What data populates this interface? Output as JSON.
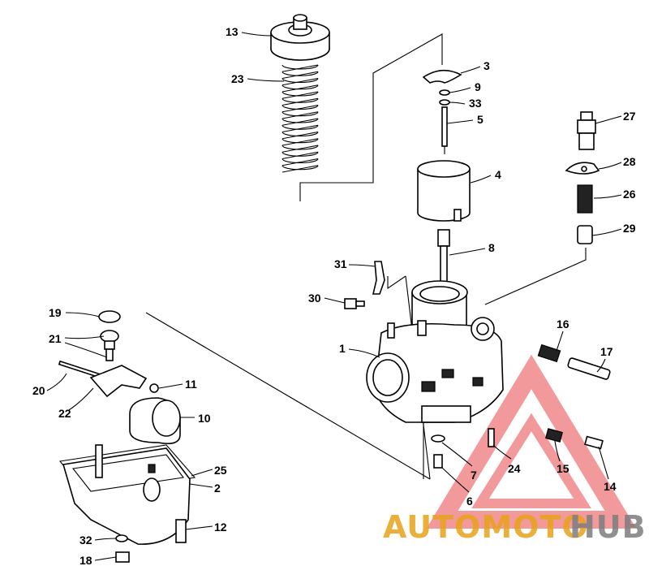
{
  "diagram": {
    "callouts": {
      "c1": "1",
      "c2": "2",
      "c3": "3",
      "c4": "4",
      "c5": "5",
      "c6": "6",
      "c7": "7",
      "c8": "8",
      "c9": "9",
      "c10": "10",
      "c11": "11",
      "c12": "12",
      "c13": "13",
      "c14": "14",
      "c15": "15",
      "c16": "16",
      "c17": "17",
      "c18": "18",
      "c19": "19",
      "c20": "20",
      "c21": "21",
      "c22": "22",
      "c23": "23",
      "c24": "24",
      "c25": "25",
      "c26": "26",
      "c27": "27",
      "c28": "28",
      "c29": "29",
      "c30": "30",
      "c31": "31",
      "c32": "32",
      "c33": "33"
    }
  },
  "watermark": {
    "text_part1": "AUTOMOTO",
    "text_part2": "HUB",
    "color_primary": "#e8a21a",
    "color_secondary": "#7d7d7d",
    "logo_color": "#e8474a"
  }
}
